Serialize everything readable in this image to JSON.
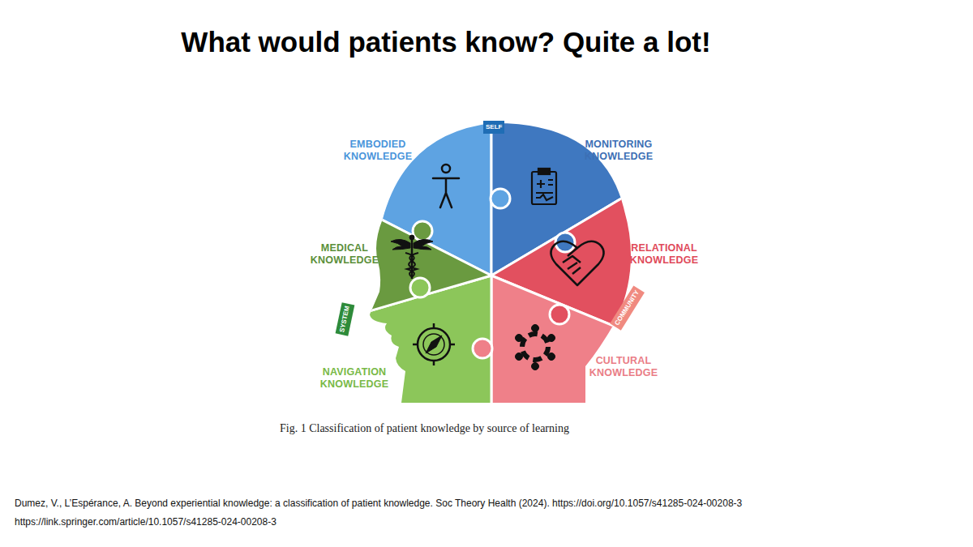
{
  "diagram": {
    "title": "What would patients know? Quite a lot!",
    "caption": "Fig. 1 Classification of patient knowledge by source of learning",
    "nodes": [
      {
        "text": [
          "SELF"
        ]
      },
      {
        "text": [
          "EMBODIED KNOWLEDGE"
        ]
      },
      {
        "text": [
          "MONITORING KNOWLEDGE"
        ]
      },
      {
        "text": [
          "MEDICAL KNOWLEDGE"
        ]
      },
      {
        "text": [
          "RELATIONAL KNOWLEDGE"
        ]
      },
      {
        "text": [
          "COMMUNITY"
        ]
      },
      {
        "text": [
          "SYSTEM"
        ]
      },
      {
        "text": [
          "NAVIGATION KNOWLEDGE"
        ]
      },
      {
        "text": [
          "CULTURAL KNOWLEDGE"
        ]
      }
    ],
    "labels": [
      "Dumez, V., L’Espérance, A. Beyond experiential knowledge: a classification of patient knowledge. Soc Theory Health (2024). https://doi.org/10.1057/s41285-024-00208-3",
      "https://link.springer.com/article/10.1057/s41285-024-00208-3"
    ]
  }
}
